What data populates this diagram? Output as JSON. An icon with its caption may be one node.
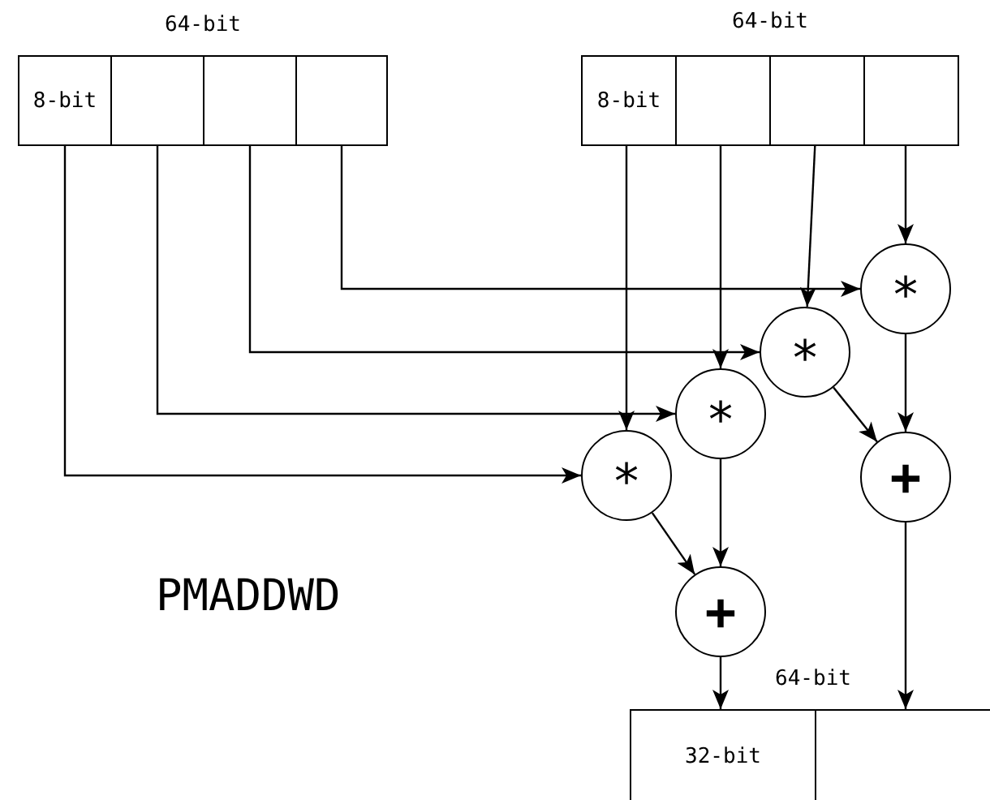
{
  "diagram": {
    "nodes": [
      {
        "text": [
          "64-bit"
        ]
      },
      {
        "text": [
          "8-bit"
        ],
        "in": 0
      },
      {
        "text": [],
        "shape": "box",
        "in": 0
      },
      {
        "text": [],
        "shape": "box",
        "in": 0
      },
      {
        "text": [],
        "shape": "box",
        "in": 0
      },
      {
        "text": [
          "64-bit"
        ]
      },
      {
        "text": [
          "8-bit"
        ],
        "in": 5
      },
      {
        "text": [],
        "shape": "box",
        "in": 5
      },
      {
        "text": [],
        "shape": "box",
        "in": 5
      },
      {
        "text": [],
        "shape": "box",
        "in": 5
      },
      {
        "text": [
          "*"
        ]
      },
      {
        "text": [
          "*"
        ]
      },
      {
        "text": [
          "*"
        ]
      },
      {
        "text": [
          "*"
        ]
      },
      {
        "text": [
          "+"
        ]
      },
      {
        "text": [
          "+"
        ]
      },
      {
        "text": [
          "64-bit"
        ]
      },
      {
        "text": [
          "32-bit"
        ],
        "in": 16
      },
      {
        "text": [],
        "shape": "box",
        "in": 16
      }
    ],
    "edges": [
      {
        "from": 1,
        "to": 10,
        "arrow": "to"
      },
      {
        "from": 2,
        "to": 11,
        "arrow": "to"
      },
      {
        "from": 3,
        "to": 12,
        "arrow": "to"
      },
      {
        "from": 4,
        "to": 13,
        "arrow": "to"
      },
      {
        "from": 6,
        "to": 10,
        "arrow": "to"
      },
      {
        "from": 7,
        "to": 11,
        "arrow": "to"
      },
      {
        "from": 8,
        "to": 12,
        "arrow": "to"
      },
      {
        "from": 9,
        "to": 13,
        "arrow": "to"
      },
      {
        "from": 10,
        "to": 14,
        "arrow": "to"
      },
      {
        "from": 11,
        "to": 14,
        "arrow": "to"
      },
      {
        "from": 12,
        "to": 15,
        "arrow": "to"
      },
      {
        "from": 13,
        "to": 15,
        "arrow": "to"
      },
      {
        "from": 14,
        "to": 17,
        "arrow": "to"
      },
      {
        "from": 15,
        "to": 18,
        "arrow": "to"
      }
    ],
    "labels": [
      "PMADDWD"
    ]
  }
}
